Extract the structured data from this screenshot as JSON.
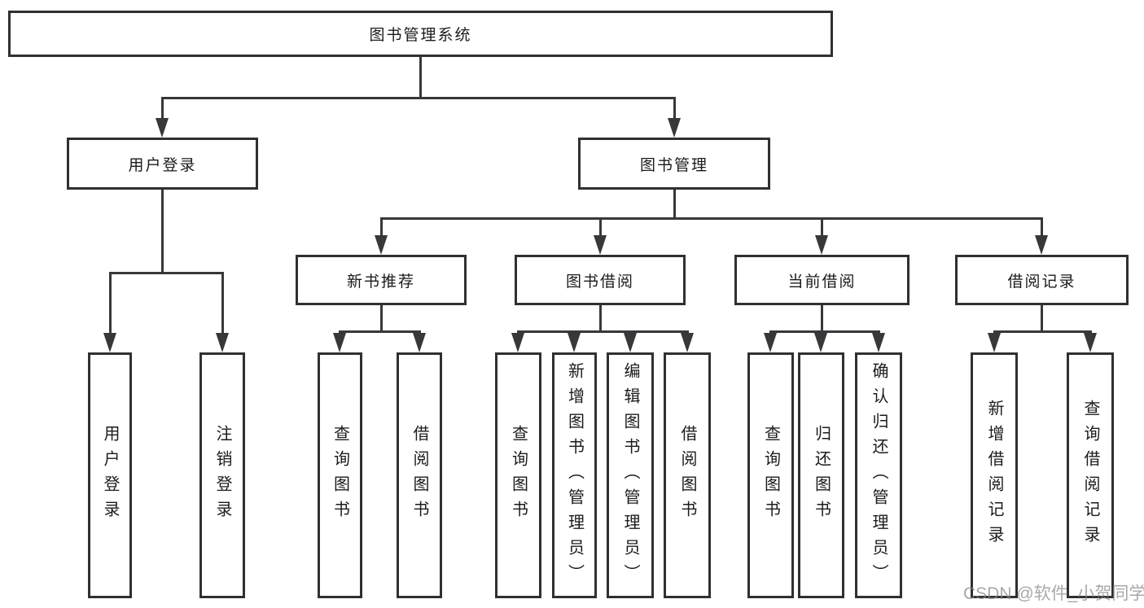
{
  "diagram": {
    "root": "图书管理系统",
    "user_login": {
      "label": "用户登录",
      "leaves": [
        "用户登录",
        "注销登录"
      ]
    },
    "book_mgmt": {
      "label": "图书管理",
      "sections": [
        {
          "label": "新书推荐",
          "leaves": [
            "查询图书",
            "借阅图书"
          ]
        },
        {
          "label": "图书借阅",
          "leaves": [
            "查询图书",
            "新增图书（管理员）",
            "编辑图书（管理员）",
            "借阅图书"
          ]
        },
        {
          "label": "当前借阅",
          "leaves": [
            "查询图书",
            "归还图书",
            "确认归还（管理员）"
          ]
        },
        {
          "label": "借阅记录",
          "leaves": [
            "新增借阅记录",
            "查询借阅记录"
          ]
        }
      ]
    },
    "colors": {
      "line": "#37383a",
      "border": "#2f3032",
      "text": "#1b1b1b",
      "background": "#ffffff"
    },
    "watermark": "CSDN @软件_小贺同学"
  }
}
